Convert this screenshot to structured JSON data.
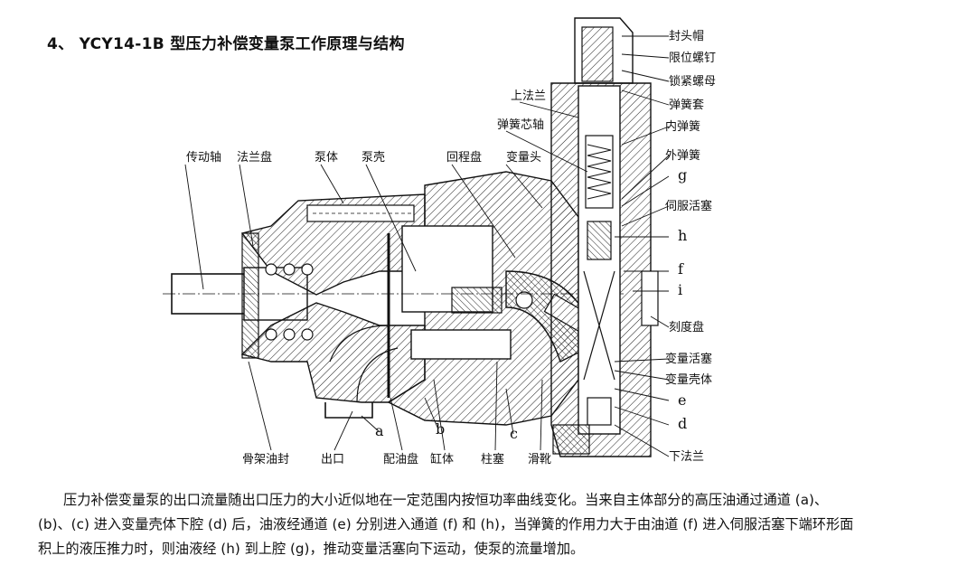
{
  "heading": "4、 YCY14-1B 型压力补偿变量泵工作原理与结构",
  "labels": {
    "drive_shaft": "传动轴",
    "flange_plate": "法兰盘",
    "pump_body": "泵体",
    "pump_shell": "泵壳",
    "return_plate": "回程盘",
    "variable_head": "变量头",
    "seal_cap": "封头帽",
    "limit_screw": "限位螺钉",
    "lock_nut": "锁紧螺母",
    "upper_flange": "上法兰",
    "spring_sleeve": "弹簧套",
    "spring_core_shaft": "弹簧芯轴",
    "inner_spring": "内弹簧",
    "outer_spring": "外弹簧",
    "g": "g",
    "servo_piston": "伺服活塞",
    "h": "h",
    "f": "f",
    "i": "i",
    "dial": "刻度盘",
    "variable_piston": "变量活塞",
    "variable_housing": "变量壳体",
    "e": "e",
    "d": "d",
    "lower_flange": "下法兰",
    "a": "a",
    "b": "b",
    "c": "c",
    "skeleton_seal": "骨架油封",
    "outlet": "出口",
    "valve_plate": "配油盘",
    "cylinder": "缸体",
    "plunger": "柱塞",
    "slipper": "滑靴"
  },
  "description": {
    "line1": "压力补偿变量泵的出口流量随出口压力的大小近似地在一定范围内按恒功率曲线变化。当来自主体部分的高压油通过通道 (a)、",
    "line2": "(b)、(c) 进入变量壳体下腔 (d) 后，油液经通道 (e) 分别进入通道 (f) 和 (h)，当弹簧的作用力大于由油道 (f) 进入伺服活塞下端环形面",
    "line3": "积上的液压推力时，则油液经 (h) 到上腔 (g)，推动变量活塞向下运动，使泵的流量增加。"
  }
}
